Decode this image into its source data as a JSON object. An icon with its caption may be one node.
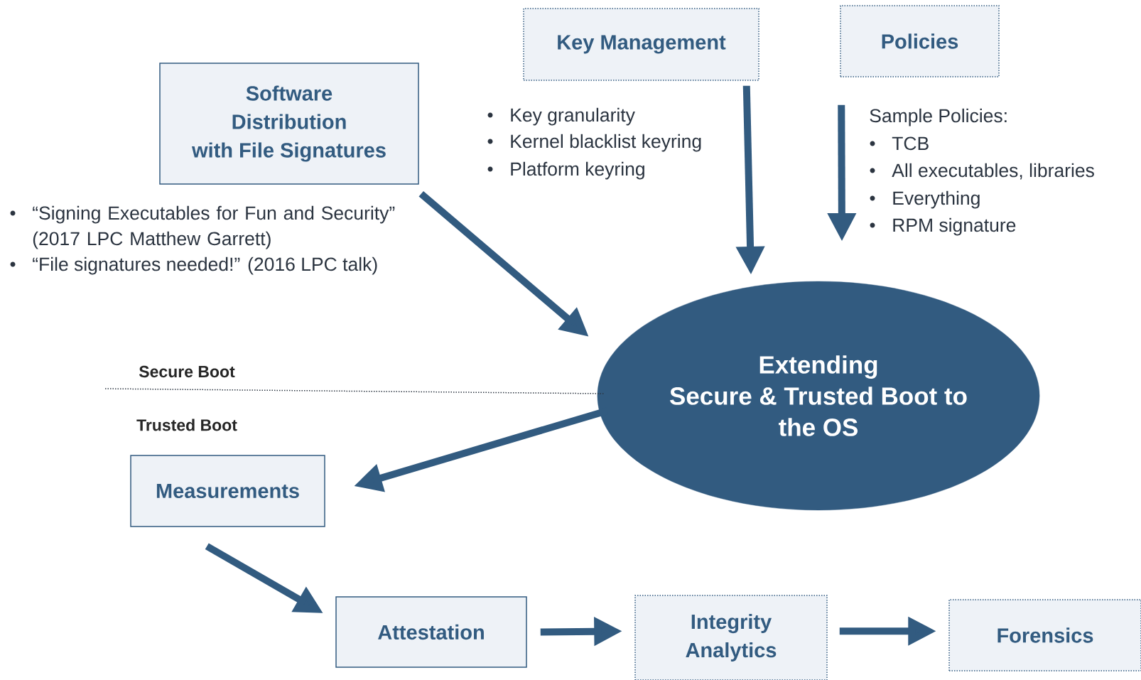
{
  "diagram": {
    "nodes": [
      {
        "text": [
          "Software Distribution with File Signatures"
        ]
      },
      {
        "text": [
          "Key Management"
        ]
      },
      {
        "text": [
          "Policies"
        ]
      },
      {
        "text": [
          "Extending Secure & Trusted Boot to the OS"
        ]
      },
      {
        "text": [
          "Measurements"
        ]
      },
      {
        "text": [
          "Attestation"
        ]
      },
      {
        "text": [
          "Integrity Analytics"
        ]
      },
      {
        "text": [
          "Forensics"
        ]
      }
    ],
    "edges": [
      {
        "from": 0,
        "to": 3,
        "arrow": "to"
      },
      {
        "from": 1,
        "to": 3,
        "arrow": "to"
      },
      {
        "from": 2,
        "to": 3,
        "arrow": "to"
      },
      {
        "from": 3,
        "to": 4,
        "arrow": "to"
      },
      {
        "from": 4,
        "to": 5,
        "arrow": "to"
      },
      {
        "from": 5,
        "to": 6,
        "arrow": "to"
      },
      {
        "from": 6,
        "to": 7,
        "arrow": "to"
      }
    ],
    "labels": [
      "Key granularity",
      "Kernel blacklist keyring",
      "Platform keyring",
      "Sample Policies:",
      "TCB",
      "All executables, libraries",
      "Everything",
      "RPM signature",
      "“Signing Executables for Fun and Security” (2017 LPC Matthew Garrett)",
      "“File signatures needed!” (2016 LPC talk)",
      "Secure Boot",
      "Trusted Boot"
    ]
  }
}
